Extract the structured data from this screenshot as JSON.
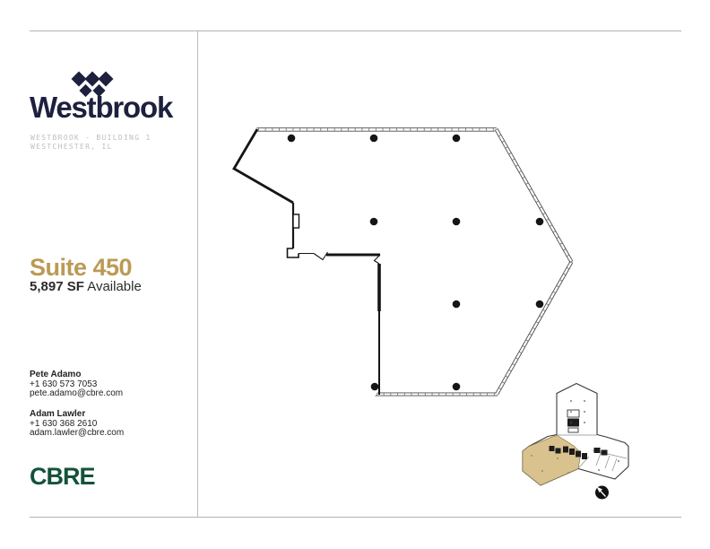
{
  "page": {
    "background": "#ffffff",
    "rule_color": "#b3b3b3"
  },
  "brand": {
    "logo_text": "Westbrook",
    "logo_color": "#1d213e",
    "logo_icon": "westbrook-diamonds-icon",
    "building_line1": "WESTBROOK - BUILDING 1",
    "building_line2": "WESTCHESTER, IL",
    "subtitle_color": "#bfbebe"
  },
  "suite": {
    "title": "Suite 450",
    "title_color": "#bb9a55",
    "sf_bold": "5,897 SF",
    "sf_rest": " Available"
  },
  "contacts": [
    {
      "name": "Pete Adamo",
      "phone": "+1 630 573 7053",
      "email": "pete.adamo@cbre.com"
    },
    {
      "name": "Adam Lawler",
      "phone": "+1 630 368 2610",
      "email": "adam.lawler@cbre.com"
    }
  ],
  "footer": {
    "cbre_logo": "CBRE",
    "cbre_color": "#14523a"
  },
  "floorplan": {
    "column_count": 10,
    "wall_color": "#151515",
    "curtainwall_color": "#555555"
  },
  "keyplan": {
    "highlight_color": "#d9c28e",
    "outline_color": "#3a3a3a",
    "north_icon": "north-arrow-icon"
  }
}
